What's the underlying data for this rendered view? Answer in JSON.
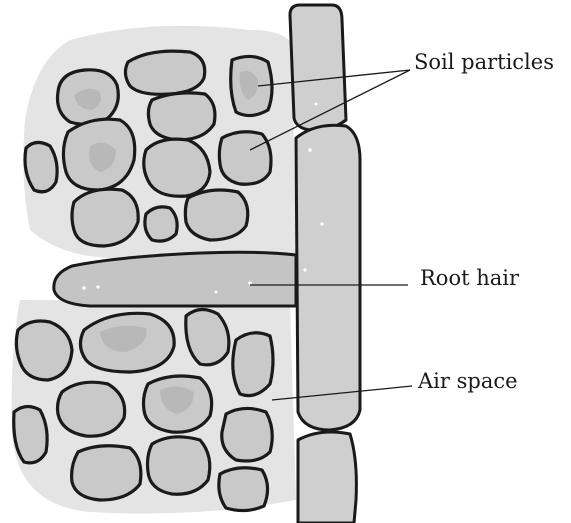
{
  "labels": {
    "soil_particles": "Soil particles",
    "root_hair": "Root hair",
    "air_space": "Air space"
  },
  "colors": {
    "particle_fill": "#c9c9c9",
    "root_fill": "#c4c4c4",
    "soil_wash": "#e4e4e4",
    "outline": "#1a1a1a"
  }
}
